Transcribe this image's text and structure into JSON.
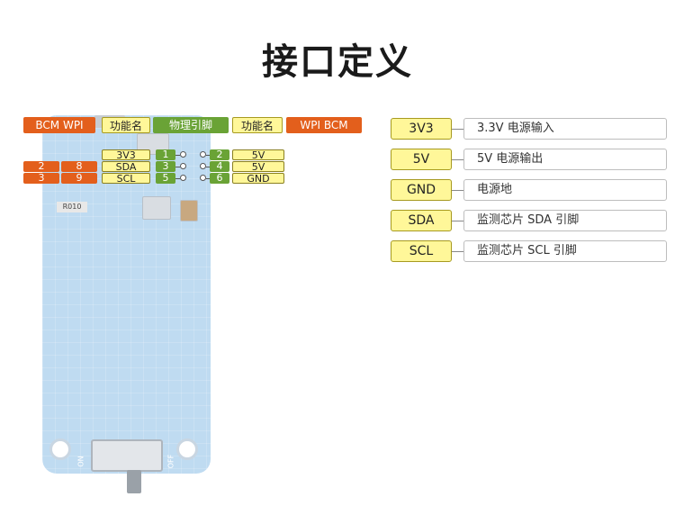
{
  "title": "接口定义",
  "header": {
    "left_bcm_wpi": "BCM  WPI",
    "left_func": "功能名",
    "physical": "物理引脚",
    "right_func": "功能名",
    "right_wpi_bcm": "WPI  BCM"
  },
  "pins": [
    {
      "left_bcm": "",
      "left_wpi": "",
      "left_func": "3V3",
      "left_phys": "1",
      "right_phys": "2",
      "right_func": "5V",
      "right_wpi": "",
      "right_bcm": ""
    },
    {
      "left_bcm": "2",
      "left_wpi": "8",
      "left_func": "SDA",
      "left_phys": "3",
      "right_phys": "4",
      "right_func": "5V",
      "right_wpi": "",
      "right_bcm": ""
    },
    {
      "left_bcm": "3",
      "left_wpi": "9",
      "left_func": "SCL",
      "left_phys": "5",
      "right_phys": "6",
      "right_func": "GND",
      "right_wpi": "",
      "right_bcm": ""
    }
  ],
  "board": {
    "resistor_label": "R010",
    "switch_on": "ON",
    "switch_off": "OFF"
  },
  "legend": [
    {
      "key": "3V3",
      "desc": "3.3V 电源输入"
    },
    {
      "key": "5V",
      "desc": "5V 电源输出"
    },
    {
      "key": "GND",
      "desc": "电源地"
    },
    {
      "key": "SDA",
      "desc": "监测芯片 SDA 引脚"
    },
    {
      "key": "SCL",
      "desc": "监测芯片 SCL 引脚"
    }
  ],
  "colors": {
    "orange": "#e35f1c",
    "yellow": "#fff799",
    "green": "#6aa336",
    "board_blue": "#9ec8ea"
  }
}
